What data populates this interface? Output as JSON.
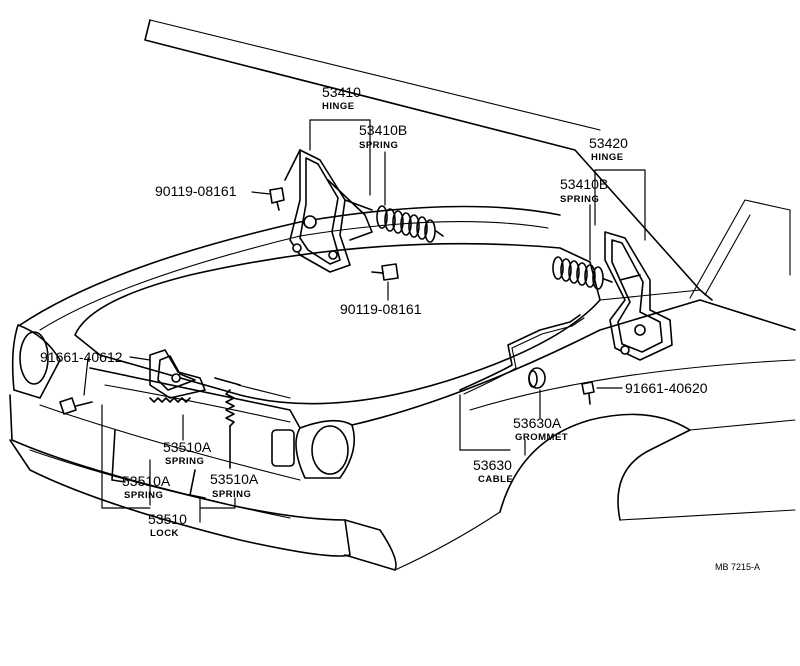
{
  "diagram": {
    "reference": "MB 7215-A",
    "callouts": {
      "hinge_left": {
        "part_number": "53410",
        "name": "HINGE"
      },
      "spring_left": {
        "part_number": "53410B",
        "name": "SPRING"
      },
      "hinge_right": {
        "part_number": "53420",
        "name": "HINGE"
      },
      "spring_right": {
        "part_number": "53410B",
        "name": "SPRING"
      },
      "bolt_upper": {
        "part_number": "90119-08161"
      },
      "bolt_lower": {
        "part_number": "90119-08161"
      },
      "bolt_front": {
        "part_number": "91661-40612"
      },
      "bolt_fender": {
        "part_number": "91661-40620"
      },
      "grommet": {
        "part_number": "53630A",
        "name": "GROMMET"
      },
      "cable": {
        "part_number": "53630",
        "name": "CABLE"
      },
      "lock_spring_1": {
        "part_number": "53510A",
        "name": "SPRING"
      },
      "lock_spring_2": {
        "part_number": "53510A",
        "name": "SPRING"
      },
      "lock_spring_3": {
        "part_number": "53510A",
        "name": "SPRING"
      },
      "lock": {
        "part_number": "53510",
        "name": "LOCK"
      }
    }
  }
}
